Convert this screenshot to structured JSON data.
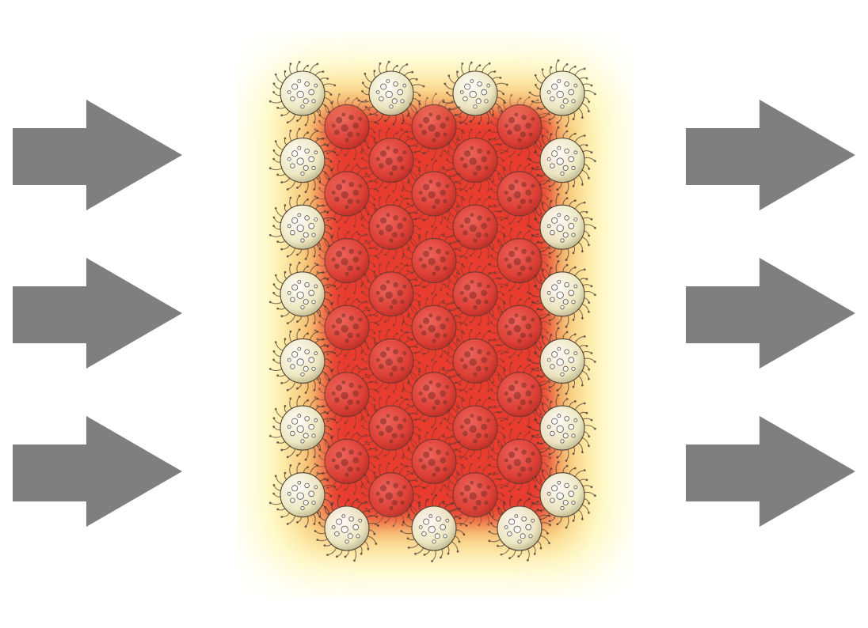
{
  "colors": {
    "arrow": "#7f7f7f",
    "heat_core": "#e8322c",
    "heat_mid": "#f2a85a",
    "heat_edge": "#fff7a8",
    "cell_pale": "#efeccb",
    "cell_red": "#d9443c",
    "cell_stroke": "#4a3a30",
    "background": "#ffffff"
  },
  "icons": {
    "arrow": "arrow-right-icon",
    "cell": "virus-cell-icon"
  },
  "arrows": {
    "left_count": 3,
    "right_count": 3
  },
  "cluster": {
    "rows": 14,
    "shape": "rectangular",
    "heat_center": "high",
    "heat_edges": "low"
  }
}
